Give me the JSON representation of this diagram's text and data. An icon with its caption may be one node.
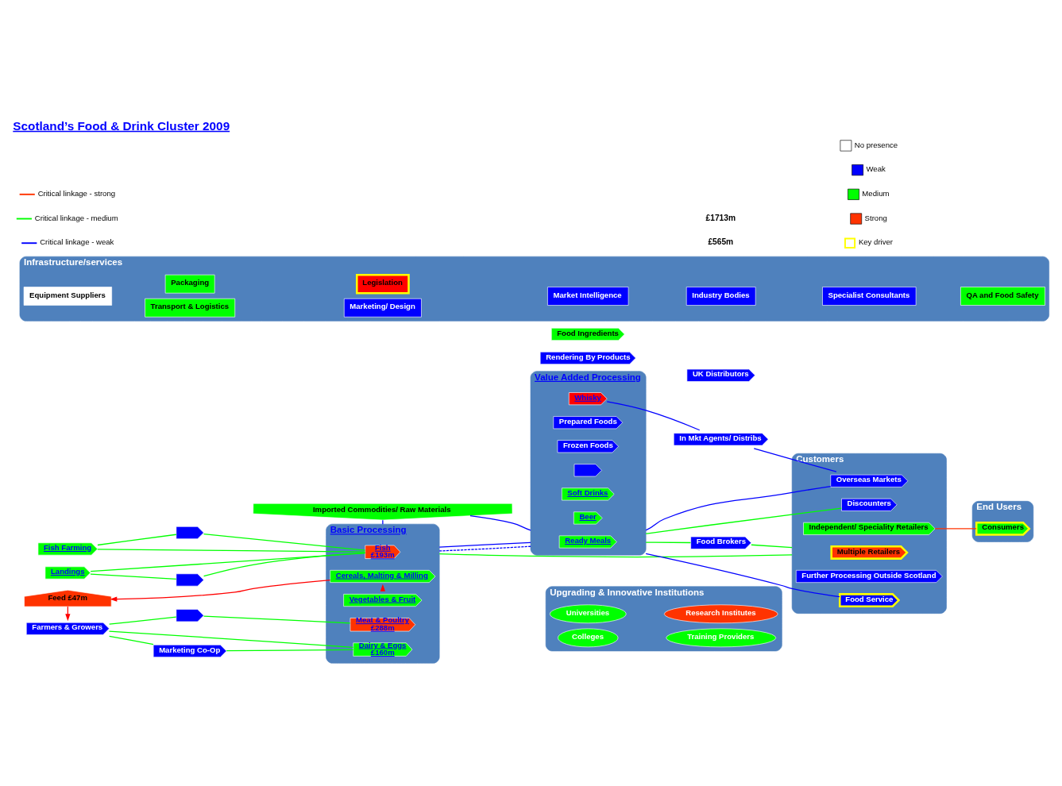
{
  "diagram": {
    "title": "Scotland’s Food & Drink Cluster 2009",
    "nodes": [
      {
        "text": [
          "Upgrading & Innovative Institutions"
        ]
      },
      {
        "text": [
          "Research Institutes"
        ],
        "in": 0
      },
      {
        "text": [
          "Universities"
        ],
        "in": 0
      },
      {
        "text": [
          "Training Providers"
        ],
        "in": 0
      },
      {
        "text": [
          "Colleges"
        ],
        "in": 0
      },
      {
        "text": [
          "Imported Commodities/ Raw Materials"
        ]
      },
      {
        "text": [
          "Fish Farming"
        ]
      },
      {
        "text": [
          "Landings"
        ]
      },
      {
        "text": [],
        "shape": "arrow"
      },
      {
        "text": [],
        "shape": "arrow"
      },
      {
        "text": [],
        "shape": "arrow"
      },
      {
        "text": [
          "Farmers & Growers"
        ]
      },
      {
        "text": [
          "Marketing Co-Op"
        ]
      },
      {
        "text": [
          "Feed £47m"
        ]
      },
      {
        "text": [
          "Basic Processing"
        ]
      },
      {
        "text": [
          "Fish",
          "£193m"
        ],
        "in": 14
      },
      {
        "text": [
          "Meat & Poultry",
          "£288m"
        ],
        "in": 14
      },
      {
        "text": [
          "Dairy & Eggs",
          "£160m"
        ],
        "in": 14
      },
      {
        "text": [
          "Vegetables & Fruit"
        ],
        "in": 14
      },
      {
        "text": [
          "Cereals, Malting & Milling"
        ],
        "in": 14
      },
      {
        "text": [
          "Rendering By Products"
        ]
      },
      {
        "text": [
          "Value Added Processing"
        ]
      },
      {
        "text": [
          "Ready Meals"
        ],
        "in": 21
      },
      {
        "text": [
          "Prepared Foods"
        ],
        "in": 21
      },
      {
        "text": [
          "Frozen Foods"
        ],
        "in": 21
      },
      {
        "text": [],
        "shape": "arrow",
        "in": 21
      },
      {
        "text": [
          "Soft Drinks"
        ],
        "in": 21
      },
      {
        "text": [
          "Beer"
        ],
        "in": 21
      },
      {
        "text": [
          "Whisky"
        ],
        "in": 21
      },
      {
        "text": [
          "Food Ingredients"
        ]
      },
      {
        "text": [
          "Food Brokers"
        ]
      },
      {
        "text": [
          "UK Distributors"
        ]
      },
      {
        "text": [
          "In Mkt Agents/ Distribs"
        ]
      },
      {
        "text": [
          "Customers"
        ]
      },
      {
        "text": [
          "Multiple Retailers"
        ],
        "in": 33
      },
      {
        "text": [
          "Discounters"
        ],
        "in": 33
      },
      {
        "text": [
          "Independent/ Speciality Retailers"
        ],
        "in": 33
      },
      {
        "text": [
          "Food Service"
        ],
        "in": 33
      },
      {
        "text": [
          "Further Processing Outside Scotland"
        ],
        "in": 33
      },
      {
        "text": [
          "Overseas Markets"
        ],
        "in": 33
      },
      {
        "text": [
          "End Users"
        ]
      },
      {
        "text": [
          "Consumers"
        ],
        "in": 40
      },
      {
        "text": [
          "Infrastructure/services"
        ]
      },
      {
        "text": [
          "Equipment Suppliers"
        ],
        "in": 42
      },
      {
        "text": [
          "Packaging"
        ],
        "in": 42
      },
      {
        "text": [
          "Transport & Logistics"
        ],
        "in": 42
      },
      {
        "text": [
          "Legislation"
        ],
        "in": 42
      },
      {
        "text": [
          "Marketing/ Design"
        ],
        "in": 42
      },
      {
        "text": [
          "Market Intelligence"
        ],
        "in": 42
      },
      {
        "text": [
          "Industry Bodies"
        ],
        "in": 42
      },
      {
        "text": [
          "Specialist Consultants"
        ],
        "in": 42
      },
      {
        "text": [
          "QA and Food Safety"
        ],
        "in": 42
      }
    ],
    "edges": [
      {
        "from": 6,
        "to": 8,
        "arrow": "none"
      },
      {
        "from": 7,
        "to": 9,
        "arrow": "none"
      },
      {
        "from": 6,
        "to": 15,
        "arrow": "none"
      },
      {
        "from": 7,
        "to": 15,
        "arrow": "none"
      },
      {
        "from": 8,
        "to": 15,
        "arrow": "none"
      },
      {
        "from": 9,
        "to": 15,
        "arrow": "none"
      },
      {
        "from": 11,
        "to": 10,
        "arrow": "none"
      },
      {
        "from": 10,
        "to": 16,
        "arrow": "none"
      },
      {
        "from": 11,
        "to": 17,
        "arrow": "none"
      },
      {
        "from": 11,
        "to": 12,
        "arrow": "none"
      },
      {
        "from": 12,
        "to": 17,
        "arrow": "none"
      },
      {
        "from": 13,
        "to": 11,
        "arrow": "to",
        "color": "#ff0000"
      },
      {
        "from": 18,
        "to": 19,
        "arrow": "to",
        "color": "#ff0000"
      },
      {
        "from": 19,
        "to": 13,
        "arrow": "to",
        "color": "#ff0000"
      },
      {
        "from": 5,
        "to": 14,
        "arrow": "none",
        "color": "#0000ff"
      },
      {
        "from": 5,
        "to": 21,
        "arrow": "none",
        "color": "#0000ff"
      },
      {
        "from": 14,
        "to": 21,
        "arrow": "none",
        "style": "dashed",
        "color": "#0000ff"
      },
      {
        "from": 14,
        "to": 33,
        "arrow": "none"
      },
      {
        "from": 14,
        "to": 21,
        "arrow": "none",
        "color": "#0000ff"
      },
      {
        "from": 21,
        "to": 30,
        "arrow": "none"
      },
      {
        "from": 30,
        "to": 33,
        "arrow": "none"
      },
      {
        "from": 21,
        "to": 35,
        "arrow": "none"
      },
      {
        "from": 21,
        "to": 37,
        "arrow": "none",
        "color": "#0000ff"
      },
      {
        "from": 28,
        "to": 32,
        "arrow": "none",
        "color": "#0000ff"
      },
      {
        "from": 32,
        "to": 39,
        "arrow": "none",
        "color": "#0000ff"
      },
      {
        "from": 21,
        "to": 39,
        "arrow": "none",
        "color": "#0000ff"
      },
      {
        "from": 36,
        "to": 41,
        "arrow": "none",
        "color": "#ff3300"
      }
    ],
    "labels": [
      "£565m",
      "£1713m"
    ],
    "legend": [
      {
        "text": "Critical linkage - strong"
      },
      {
        "text": "Critical linkage - medium"
      },
      {
        "text": "Critical linkage - weak"
      },
      {
        "text": "No presence",
        "color": "#ffffff"
      },
      {
        "text": "Weak",
        "color": "#0000ff"
      },
      {
        "text": "Medium",
        "color": "#00ff00"
      },
      {
        "text": "Strong",
        "color": "#ff3300"
      },
      {
        "text": "Key driver"
      }
    ]
  }
}
